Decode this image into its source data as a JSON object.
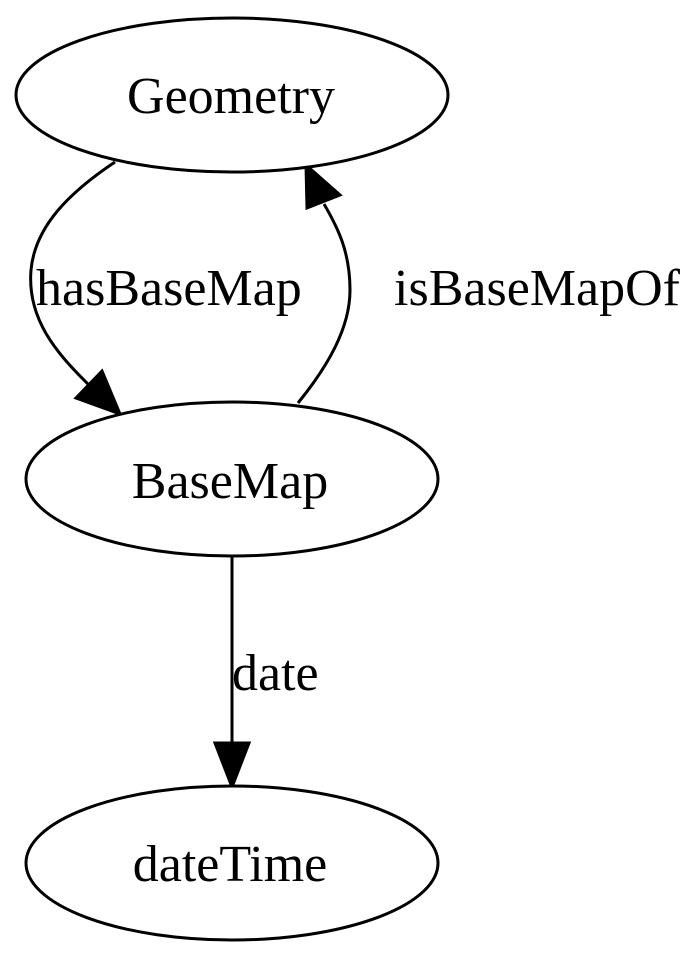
{
  "nodes": [
    {
      "id": "geometry",
      "label": "Geometry"
    },
    {
      "id": "basemap",
      "label": "BaseMap"
    },
    {
      "id": "datetime",
      "label": "dateTime"
    }
  ],
  "edges": [
    {
      "id": "hasBaseMap",
      "from": "geometry",
      "to": "basemap",
      "label": "hasBaseMap"
    },
    {
      "id": "isBaseMapOf",
      "from": "basemap",
      "to": "geometry",
      "label": "isBaseMapOf"
    },
    {
      "id": "date",
      "from": "basemap",
      "to": "datetime",
      "label": "date"
    }
  ]
}
